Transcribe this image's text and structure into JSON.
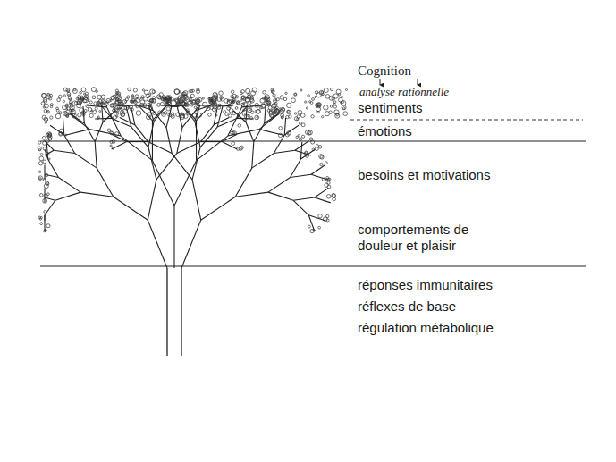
{
  "diagram": {
    "labels": [
      "Cognition",
      "analyse rationnelle",
      "sentiments",
      "émotions",
      "besoins et motivations",
      "comportements de douleur et plaisir",
      "réponses immunitaires",
      "réflexes de base",
      "régulation métabolique"
    ]
  }
}
